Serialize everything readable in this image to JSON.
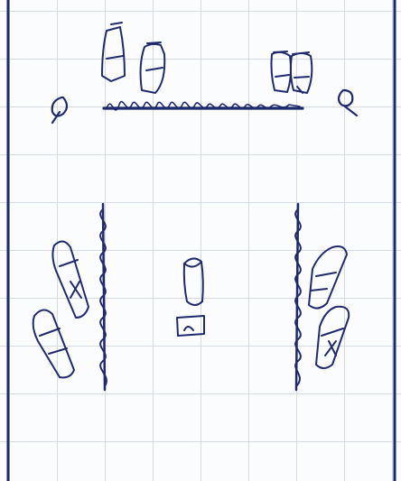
{
  "page": {
    "kind": "hand-drawn sketch on grid paper",
    "ink_color": "#1f2b6e",
    "grid_color": "#d5dbe3",
    "paper_color": "#fbfcfd"
  },
  "sketch": {
    "top_group": {
      "shapes": [
        "seated-figures",
        "left-pin",
        "right-pin",
        "net-line"
      ]
    },
    "bottom_group": {
      "shapes": [
        "left-figures",
        "left-wavy-barrier",
        "center-pillar",
        "right-wavy-barrier",
        "right-figures"
      ]
    }
  }
}
